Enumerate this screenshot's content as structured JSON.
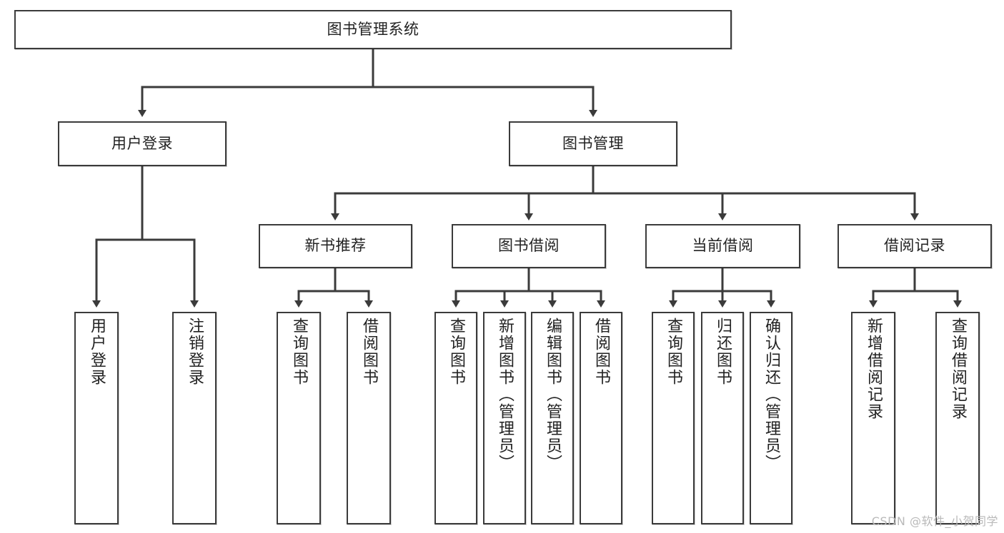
{
  "diagram": {
    "type": "tree-flowchart",
    "root": {
      "label": "图书管理系统"
    },
    "level2": [
      {
        "label": "用户登录"
      },
      {
        "label": "图书管理"
      }
    ],
    "level3": [
      {
        "label": "新书推荐"
      },
      {
        "label": "图书借阅"
      },
      {
        "label": "当前借阅"
      },
      {
        "label": "借阅记录"
      }
    ],
    "leaves": {
      "user_login": [
        {
          "label": "用户登录"
        },
        {
          "label": "注销登录"
        }
      ],
      "new_book": [
        {
          "label": "查询图书"
        },
        {
          "label": "借阅图书"
        }
      ],
      "book_borrow": [
        {
          "label": "查询图书"
        },
        {
          "label": "新增图书（管理员）"
        },
        {
          "label": "编辑图书（管理员）"
        },
        {
          "label": "借阅图书"
        }
      ],
      "current_borrow": [
        {
          "label": "查询图书"
        },
        {
          "label": "归还图书"
        },
        {
          "label": "确认归还（管理员）"
        }
      ],
      "borrow_record": [
        {
          "label": "新增借阅记录"
        },
        {
          "label": "查询借阅记录"
        }
      ]
    }
  },
  "watermark": {
    "text": "CSDN @软件_小贺同学"
  },
  "colors": {
    "stroke": "#3b3b3b",
    "text": "#222222",
    "background": "#ffffff",
    "watermark": "#b9b9b9"
  }
}
